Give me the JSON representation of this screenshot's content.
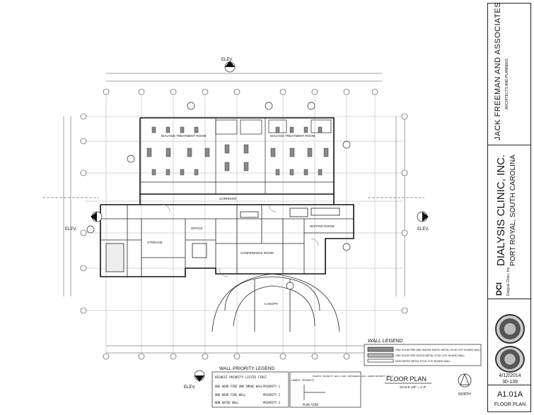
{
  "title_block": {
    "firm_name": "JACK FREEMAN AND ASSOCIATES P.C.",
    "firm_sub": "ARCHITECTS AND PLANNERS",
    "client_name": "DIALYSIS CLINIC, INC.",
    "location": "PORT ROYAL, SOUTH CAROLINA",
    "logo_mark": "DCI",
    "logo_text": "Dialysis Clinic, Inc.",
    "date": "4/12/2014",
    "project_no": "30-139",
    "sheet_no": "A1.01A",
    "sheet_title": "FLOOR PLAN"
  },
  "plan": {
    "elev_label": "ELEV.",
    "room_treatment_left": "DIALYSIS TREATMENT ROOM",
    "room_treatment_right": "DIALYSIS TREATMENT ROOM",
    "room_corridor": "CORRIDOR",
    "room_storage": "STORAGE",
    "room_conference": "CONFERENCE ROOM",
    "room_waiting": "WAITING ROOM",
    "room_office": "OFFICE",
    "canopy": "CANOPY"
  },
  "wall_priority_legend": {
    "title": "WALL PRIORITY LEGEND",
    "subtitle": "HIGHEST PRIORITY LISTED FIRST",
    "rows": [
      {
        "label": "ONE HOUR FIRE AND SMOKE WALL",
        "priority": "PRIORITY 1"
      },
      {
        "label": "ONE HOUR FIRE WALL",
        "priority": "PRIORITY 2"
      },
      {
        "label": "NON RATED WALL",
        "priority": "PRIORITY 3"
      }
    ],
    "lowest": "LOWEST PRIORITY",
    "highest": "HIGHEST PRIORITY WALLS RUN CONTINUOUS PAST LOWER PRIORITY WALLS",
    "plan_view": "PLAN VIEW"
  },
  "wall_legend": {
    "title": "WALL LEGEND",
    "rows": [
      "ONE HOUR FIRE AND SMOKE RATED METAL STUD GYP. BOARD WALL",
      "ONE HOUR FIRE RATED METAL STUD GYP. BOARD WALL",
      "NON-RATED METAL STUD GYP. BOARD WALL"
    ]
  },
  "plan_title": {
    "title": "FLOOR PLAN",
    "scale": "SCALE 1/8\" = 1'-0\"",
    "north": "NORTH"
  }
}
